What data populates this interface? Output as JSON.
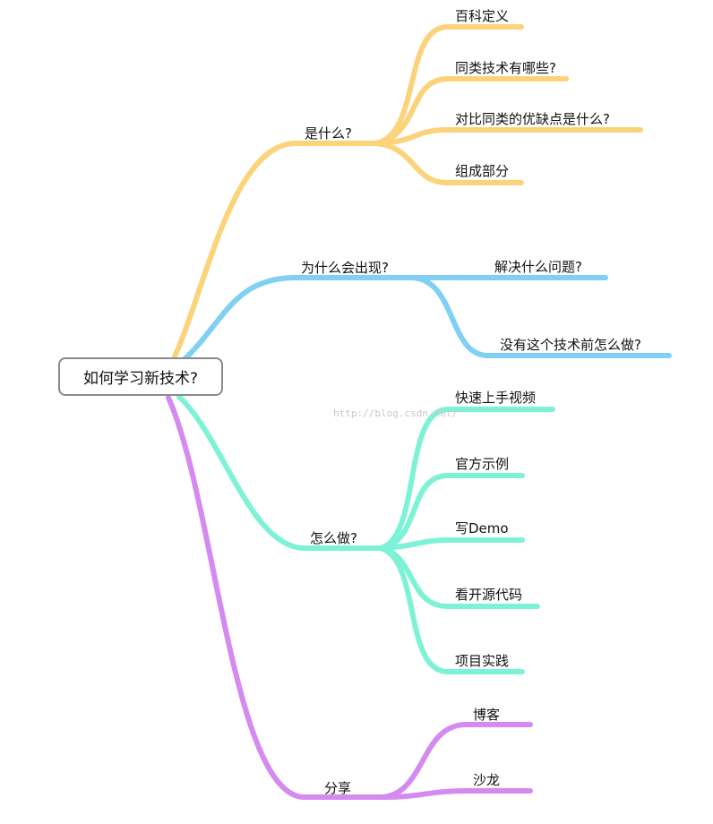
{
  "root": {
    "label": "如何学习新技术?"
  },
  "colors": {
    "yellow": "#fbd37a",
    "blue": "#7fd0f2",
    "green": "#7ef2d6",
    "purple": "#d58af0",
    "root_border": "#8a8a8a"
  },
  "watermark": "http://blog.csdn.net/",
  "branches": [
    {
      "id": "what",
      "label": "是什么?",
      "color": "yellow",
      "children": [
        "百科定义",
        "同类技术有哪些?",
        "对比同类的优缺点是什么?",
        "组成部分"
      ]
    },
    {
      "id": "why",
      "label": "为什么会出现?",
      "color": "blue",
      "children": [
        "解决什么问题?",
        "没有这个技术前怎么做?"
      ]
    },
    {
      "id": "how",
      "label": "怎么做?",
      "color": "green",
      "children": [
        "快速上手视频",
        "官方示例",
        "写Demo",
        "看开源代码",
        "项目实践"
      ]
    },
    {
      "id": "share",
      "label": "分享",
      "color": "purple",
      "children": [
        "博客",
        "沙龙"
      ]
    }
  ]
}
